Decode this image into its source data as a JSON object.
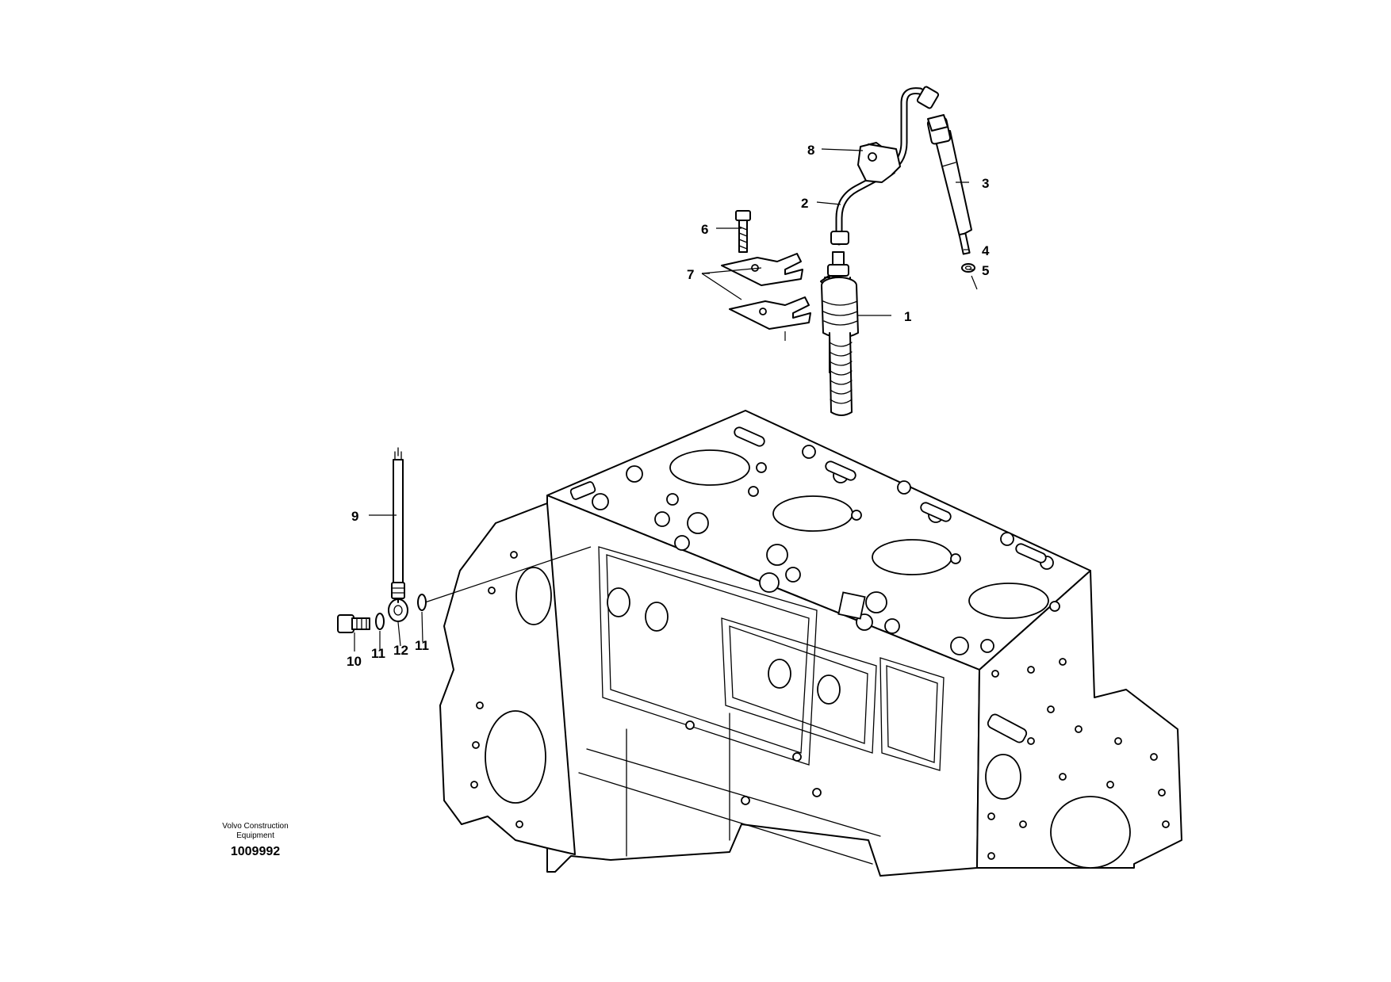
{
  "callouts": {
    "c1": "1",
    "c2": "2",
    "c3": "3",
    "c4": "4",
    "c5": "5",
    "c6": "6",
    "c7": "7",
    "c8": "8",
    "c9": "9",
    "c10": "10",
    "c11a": "11",
    "c11b": "11",
    "c12": "12"
  },
  "credit": {
    "line1": "Volvo Construction",
    "line2": "Equipment",
    "drawing_number": "1009992"
  },
  "colors": {
    "line": "#000000",
    "background": "#ffffff"
  }
}
